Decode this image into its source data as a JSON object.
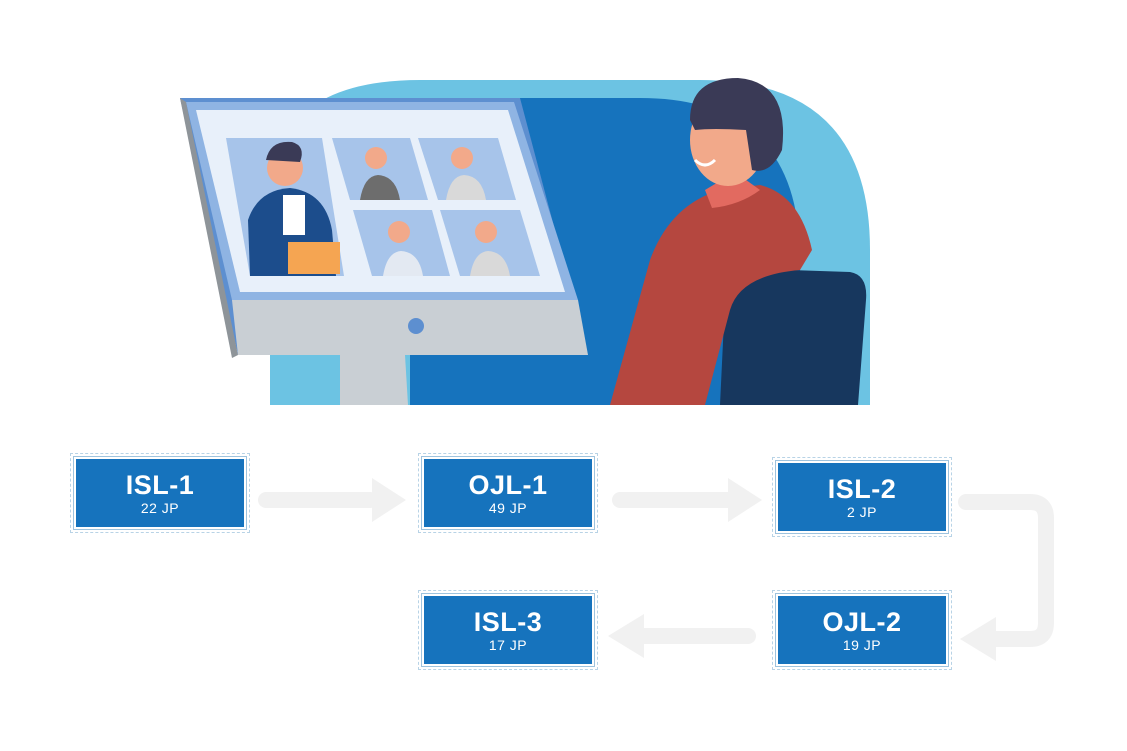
{
  "flow": {
    "steps": [
      {
        "title": "ISL-1",
        "hours": "22 JP"
      },
      {
        "title": "OJL-1",
        "hours": "49 JP"
      },
      {
        "title": "ISL-2",
        "hours": "2 JP"
      },
      {
        "title": "OJL-2",
        "hours": "19 JP"
      },
      {
        "title": "ISL-3",
        "hours": "17 JP"
      }
    ]
  },
  "colors": {
    "box_fill": "#1673bd",
    "arrow": "#f1f1f1",
    "bg_light_blue": "#6cc3e3",
    "bg_dark_blue": "#1673bd"
  },
  "illustration": {
    "scene": "video-conference",
    "icons": [
      "monitor-icon",
      "person-icon",
      "chair-icon"
    ]
  }
}
